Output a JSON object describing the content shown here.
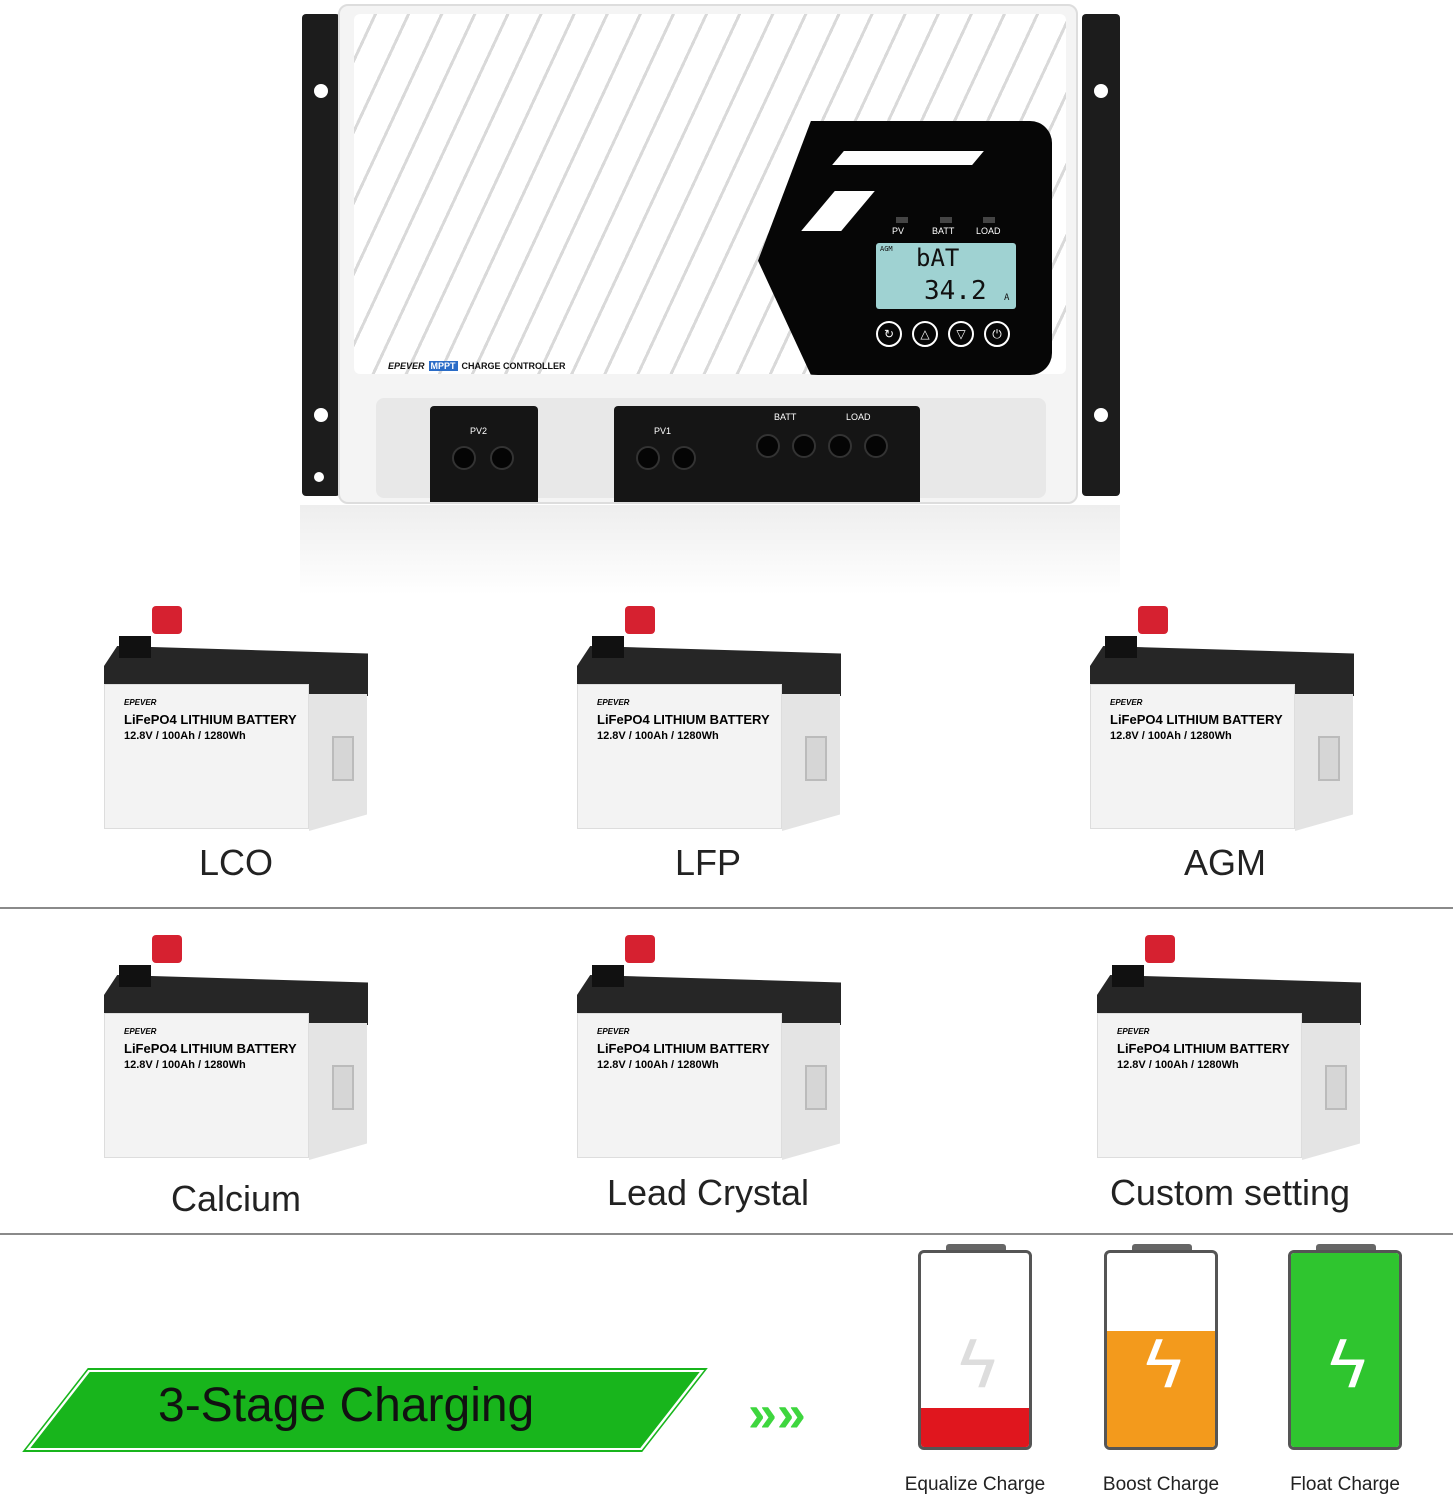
{
  "controller": {
    "brand": "EPEVER",
    "badge": "MPPT",
    "product": "CHARGE CONTROLLER",
    "indicators": [
      "PV",
      "BATT",
      "LOAD"
    ],
    "lcd": {
      "mode": "AGM",
      "line1": "bAT",
      "line2": "34.2",
      "unit": "A"
    },
    "buttons": [
      "return-icon",
      "up-icon",
      "down-icon",
      "power-gear-icon"
    ],
    "terminals": {
      "pv2": "PV2",
      "pv1": "PV1",
      "batt": "BATT",
      "load": "LOAD"
    }
  },
  "battery_print": {
    "brand": "EPEVER",
    "model": "LiFePO4 LITHIUM BATTERY",
    "spec": "12.8V / 100Ah / 1280Wh"
  },
  "battery_types": [
    "LCO",
    "LFP",
    "AGM",
    "Calcium",
    "Lead Crystal",
    "Custom setting"
  ],
  "charging": {
    "title": "3-Stage Charging",
    "stages": [
      {
        "label": "Equalize Charge",
        "level": 0.2,
        "color": "#e0161e"
      },
      {
        "label": "Boost Charge",
        "level": 0.6,
        "color": "#f39a1c"
      },
      {
        "label": "Float Charge",
        "level": 1.0,
        "color": "#2fc52f"
      }
    ],
    "accent": "#18b51c"
  }
}
